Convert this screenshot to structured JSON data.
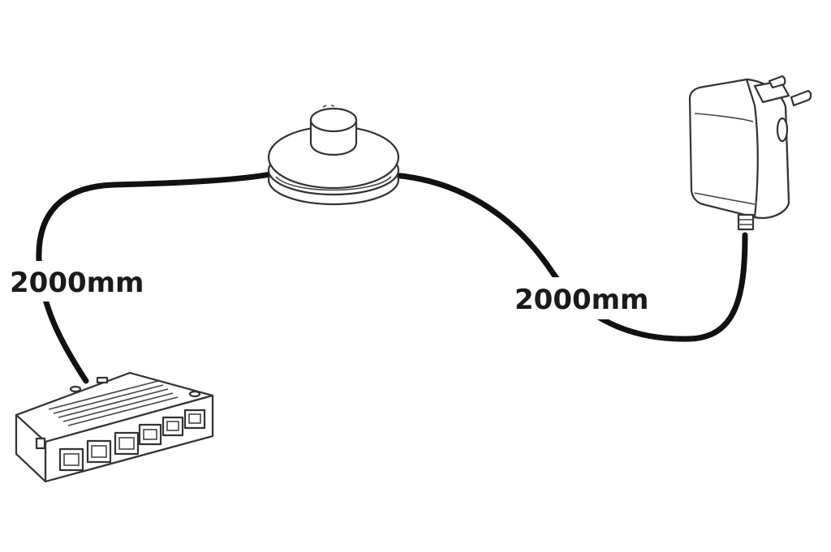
{
  "labels": {
    "cable_left_length": "2000mm",
    "cable_right_length": "2000mm"
  },
  "colors": {
    "cable": "#111111",
    "outline": "#333333",
    "text": "#1a1a1a",
    "background": "#ffffff"
  },
  "components": [
    {
      "name": "distributor-box",
      "icon": "6-port-distributor"
    },
    {
      "name": "foot-switch",
      "icon": "foot-switch"
    },
    {
      "name": "power-adapter",
      "icon": "plug-adapter"
    }
  ]
}
